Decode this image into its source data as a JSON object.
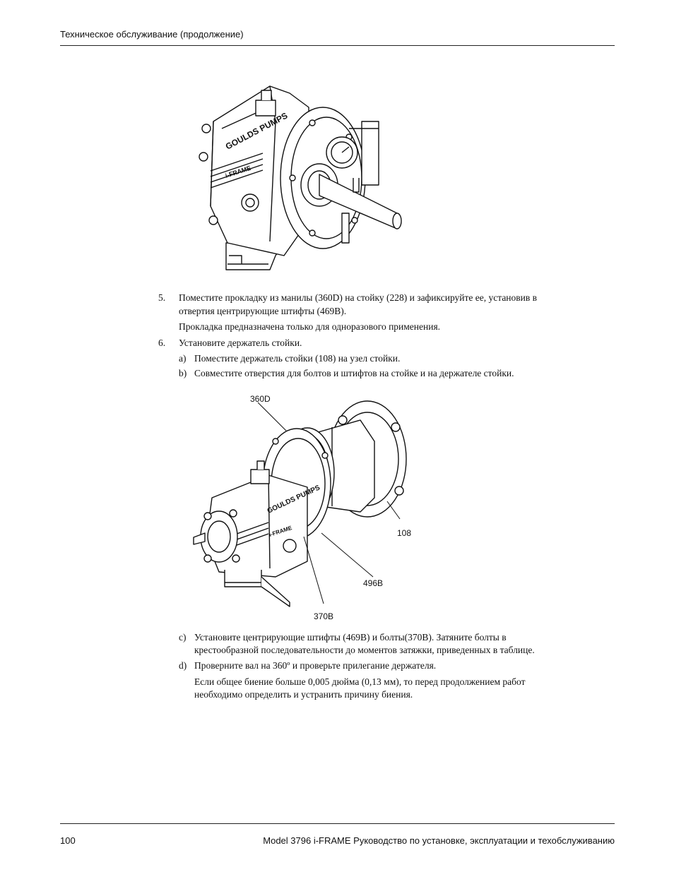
{
  "header": {
    "title": "Техническое обслуживание (продолжение)"
  },
  "steps": {
    "step5": {
      "number": "5.",
      "line1": "Поместите прокладку из манилы (360D) на стойку (228) и зафиксируйте ее, установив в",
      "line2": "отвертия центрирующие штифты (469B).",
      "note": "Прокладка предназначена только для одноразового применения."
    },
    "step6": {
      "number": "6.",
      "text": "Установите держатель стойки.",
      "a": {
        "label": "a)",
        "text": "Поместите держатель стойки (108) на узел стойки."
      },
      "b": {
        "label": "b)",
        "text": "Совместите отверстия для болтов и штифтов на стойке и на держателе стойки."
      },
      "c": {
        "label": "c)",
        "line1": "Установите центрирующие штифты (469B) и болты(370B). Затяните болты в",
        "line2": "крестообразной последовательности до моментов затяжки, приведенных в таблице."
      },
      "d": {
        "label": "d)",
        "text": "Проверните вал на 360º и проверьте прилегание держателя.",
        "note1": "Если общее биение больше 0,005 дюйма (0,13 мм), то перед продолжением работ",
        "note2": "необходимо определить и устранить причину биения."
      }
    }
  },
  "figure1": {
    "logo": "GOULDS PUMPS",
    "badge": "i-FRAME"
  },
  "figure2": {
    "logo": "GOULDS PUMPS",
    "badge": "i-FRAME",
    "callouts": {
      "c360d": "360D",
      "c108": "108",
      "c496b": "496B",
      "c370b": "370B"
    }
  },
  "footer": {
    "page": "100",
    "doc_title": "Model 3796 i-FRAME Руководство по установке, эксплуатации и техобслуживанию"
  }
}
